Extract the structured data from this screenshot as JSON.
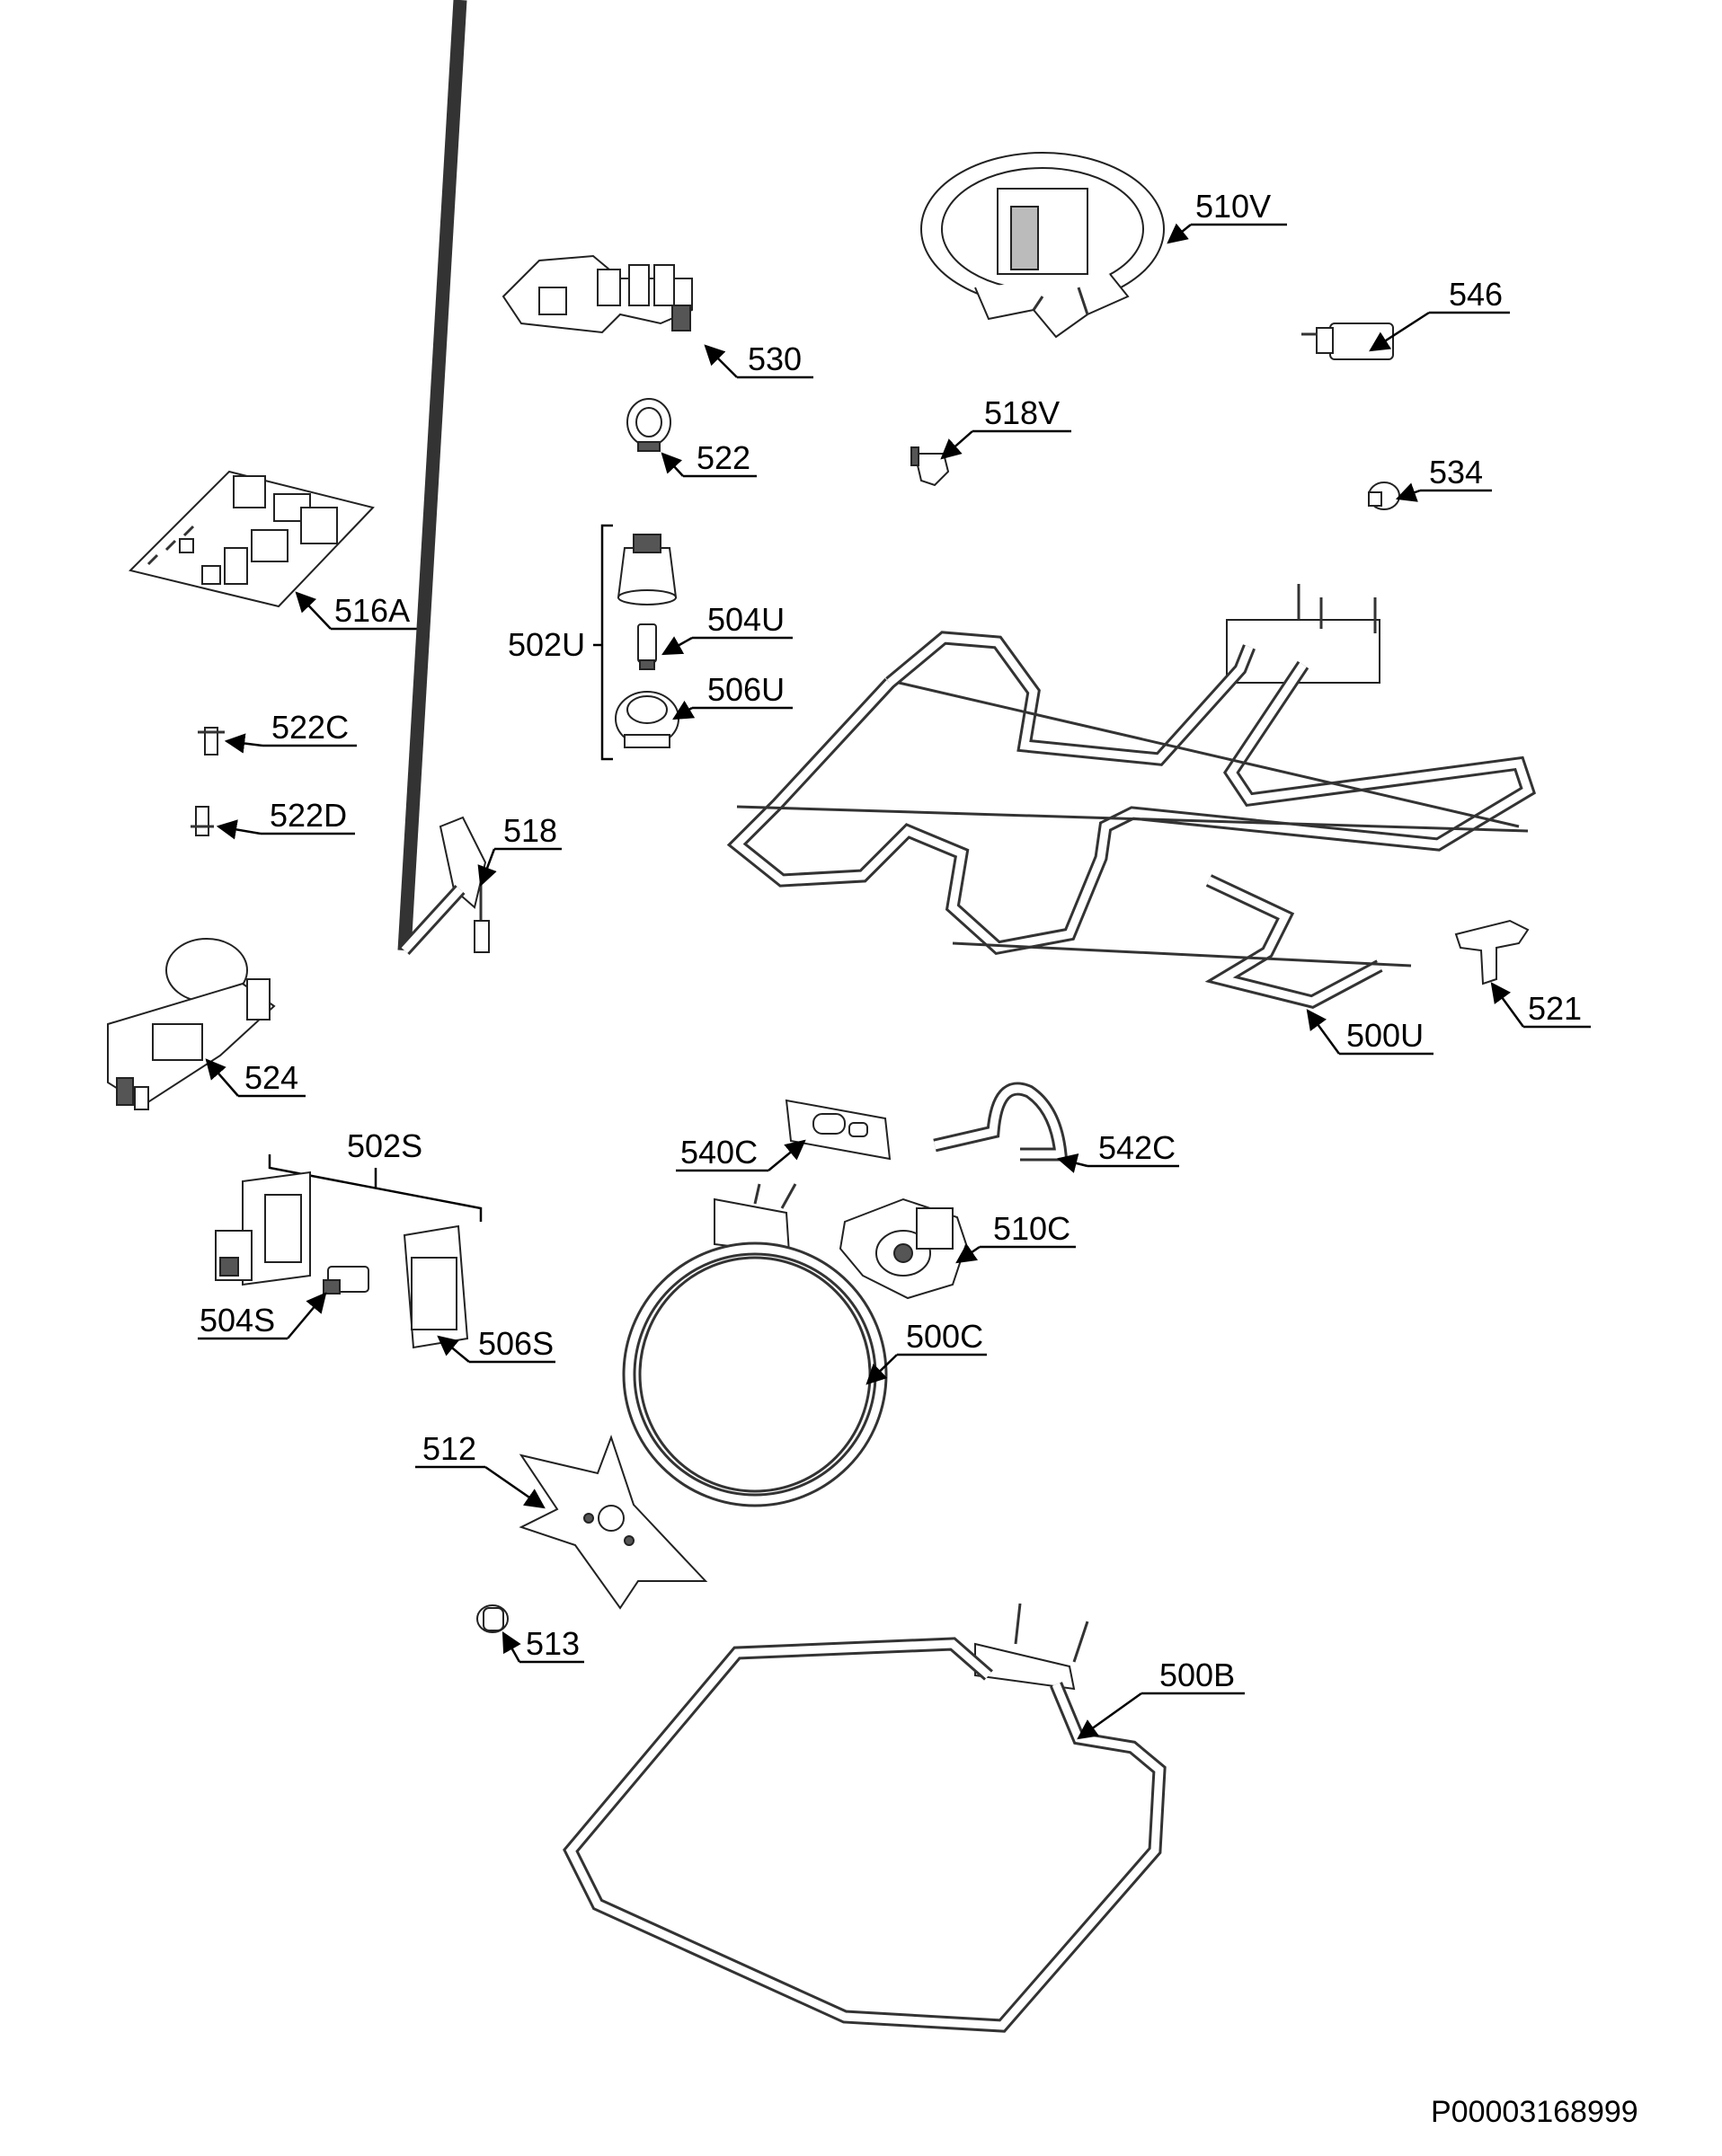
{
  "labels": {
    "p510V": "510V",
    "p546": "546",
    "p530": "530",
    "p522": "522",
    "p518V": "518V",
    "p534": "534",
    "p516A": "516A",
    "p502U": "502U",
    "p504U": "504U",
    "p506U": "506U",
    "p522C": "522C",
    "p522D": "522D",
    "p518": "518",
    "p524": "524",
    "p500U": "500U",
    "p521": "521",
    "p540C": "540C",
    "p542C": "542C",
    "p502S": "502S",
    "p510C": "510C",
    "p504S": "504S",
    "p506S": "506S",
    "p500C": "500C",
    "p512": "512",
    "p513": "513",
    "p500B": "500B"
  },
  "document_id": "P00003168999"
}
